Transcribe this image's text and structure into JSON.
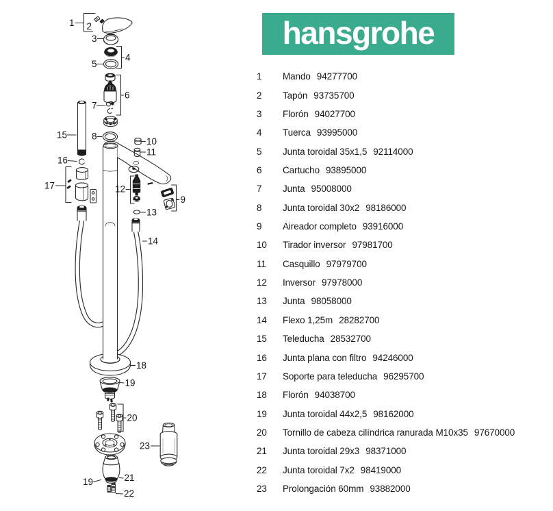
{
  "logo": {
    "text": "hansgrohe",
    "bg_color": "#3aab8c",
    "text_color": "#ffffff"
  },
  "parts_list": {
    "items": [
      {
        "num": "1",
        "name": "Mando",
        "code": "94277700"
      },
      {
        "num": "2",
        "name": "Tapón",
        "code": "93735700"
      },
      {
        "num": "3",
        "name": "Florón",
        "code": "94027700"
      },
      {
        "num": "4",
        "name": "Tuerca",
        "code": "93995000"
      },
      {
        "num": "5",
        "name": "Junta toroidal 35x1,5",
        "code": "92114000"
      },
      {
        "num": "6",
        "name": "Cartucho",
        "code": "93895000"
      },
      {
        "num": "7",
        "name": "Junta",
        "code": "95008000"
      },
      {
        "num": "8",
        "name": "Junta toroidal 30x2",
        "code": "98186000"
      },
      {
        "num": "9",
        "name": "Aireador completo",
        "code": "93916000"
      },
      {
        "num": "10",
        "name": "Tirador inversor",
        "code": "97981700"
      },
      {
        "num": "11",
        "name": "Casquillo",
        "code": "97979700"
      },
      {
        "num": "12",
        "name": "Inversor",
        "code": "97978000"
      },
      {
        "num": "13",
        "name": "Junta",
        "code": "98058000"
      },
      {
        "num": "14",
        "name": "Flexo 1,25m",
        "code": "28282700"
      },
      {
        "num": "15",
        "name": "Teleducha",
        "code": "28532700"
      },
      {
        "num": "16",
        "name": "Junta plana con filtro",
        "code": "94246000"
      },
      {
        "num": "17",
        "name": "Soporte para teleducha",
        "code": "96295700"
      },
      {
        "num": "18",
        "name": "Florón",
        "code": "94038700"
      },
      {
        "num": "19",
        "name": "Junta toroidal 44x2,5",
        "code": "98162000"
      },
      {
        "num": "20",
        "name": "Tornillo de cabeza cilíndrica ranurada M10x35",
        "code": "97670000"
      },
      {
        "num": "21",
        "name": "Junta toroidal 29x3",
        "code": "98371000"
      },
      {
        "num": "22",
        "name": "Junta toroidal 7x2",
        "code": "98419000"
      },
      {
        "num": "23",
        "name": "Prolongación 60mm",
        "code": "93882000"
      }
    ]
  },
  "diagram": {
    "callouts": [
      "1",
      "2",
      "3",
      "4",
      "5",
      "6",
      "7",
      "8",
      "9",
      "10",
      "11",
      "12",
      "13",
      "14",
      "15",
      "16",
      "17",
      "18",
      "19",
      "20",
      "21",
      "22",
      "23",
      "19"
    ]
  }
}
